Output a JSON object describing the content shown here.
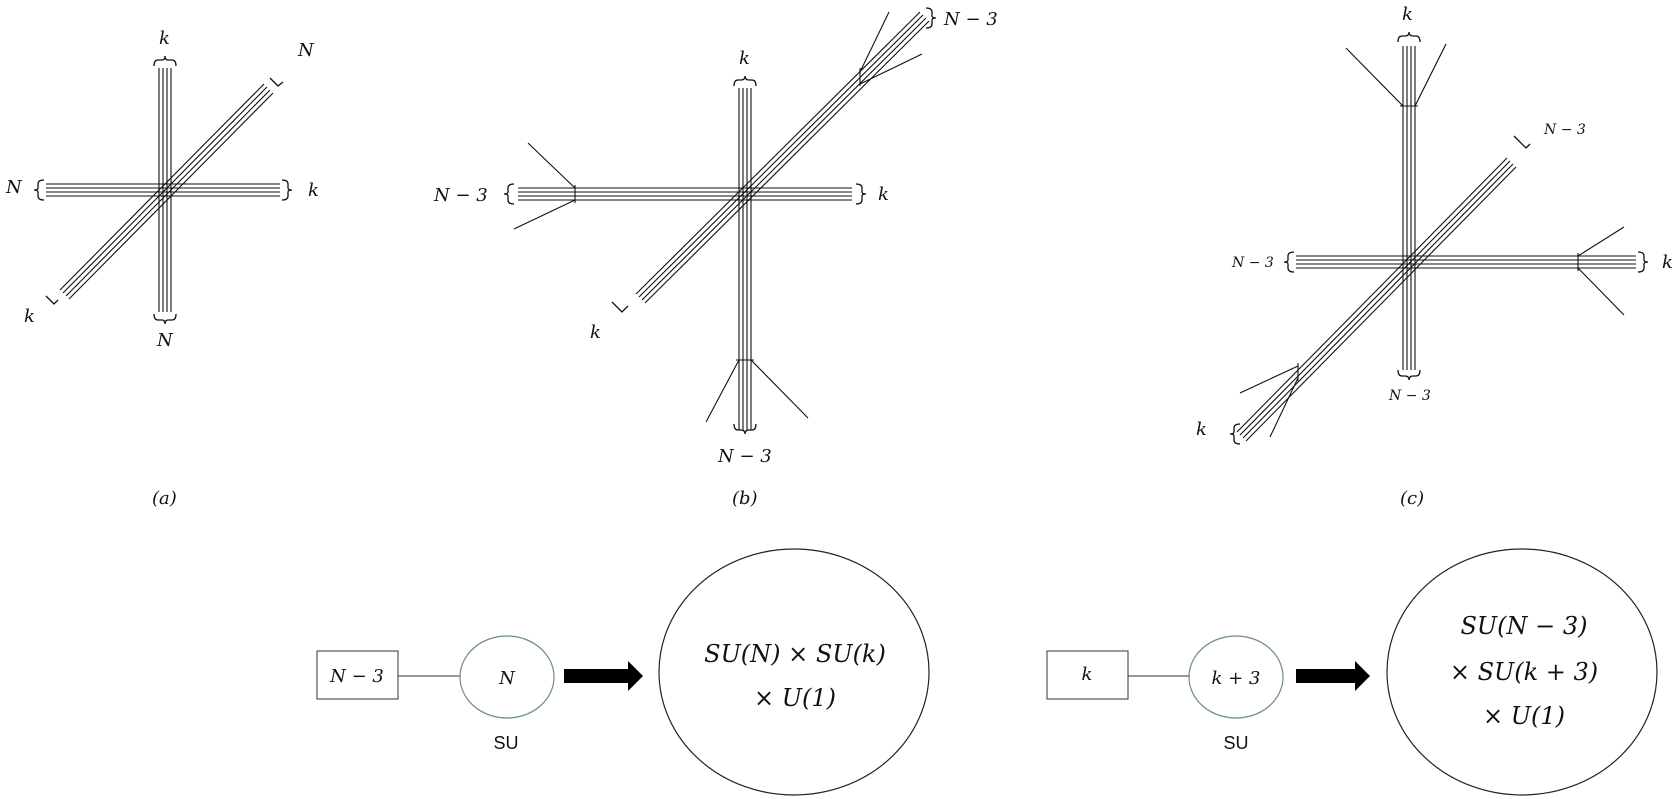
{
  "labels": {
    "k": "k",
    "N": "N",
    "N_minus_3": "N − 3"
  },
  "panels": {
    "a": "(a)",
    "b": "(b)",
    "c": "(c)"
  },
  "quiver_left": {
    "flavor_node": "N − 3",
    "gauge_node": "N",
    "gauge_type": "SU",
    "result": [
      "SU(N) × SU(k)",
      "× U(1)"
    ]
  },
  "quiver_right": {
    "flavor_node": "k",
    "gauge_node": "k + 3",
    "gauge_type": "SU",
    "result": [
      "SU(N − 3)",
      "× SU(k + 3)",
      "× U(1)"
    ]
  }
}
